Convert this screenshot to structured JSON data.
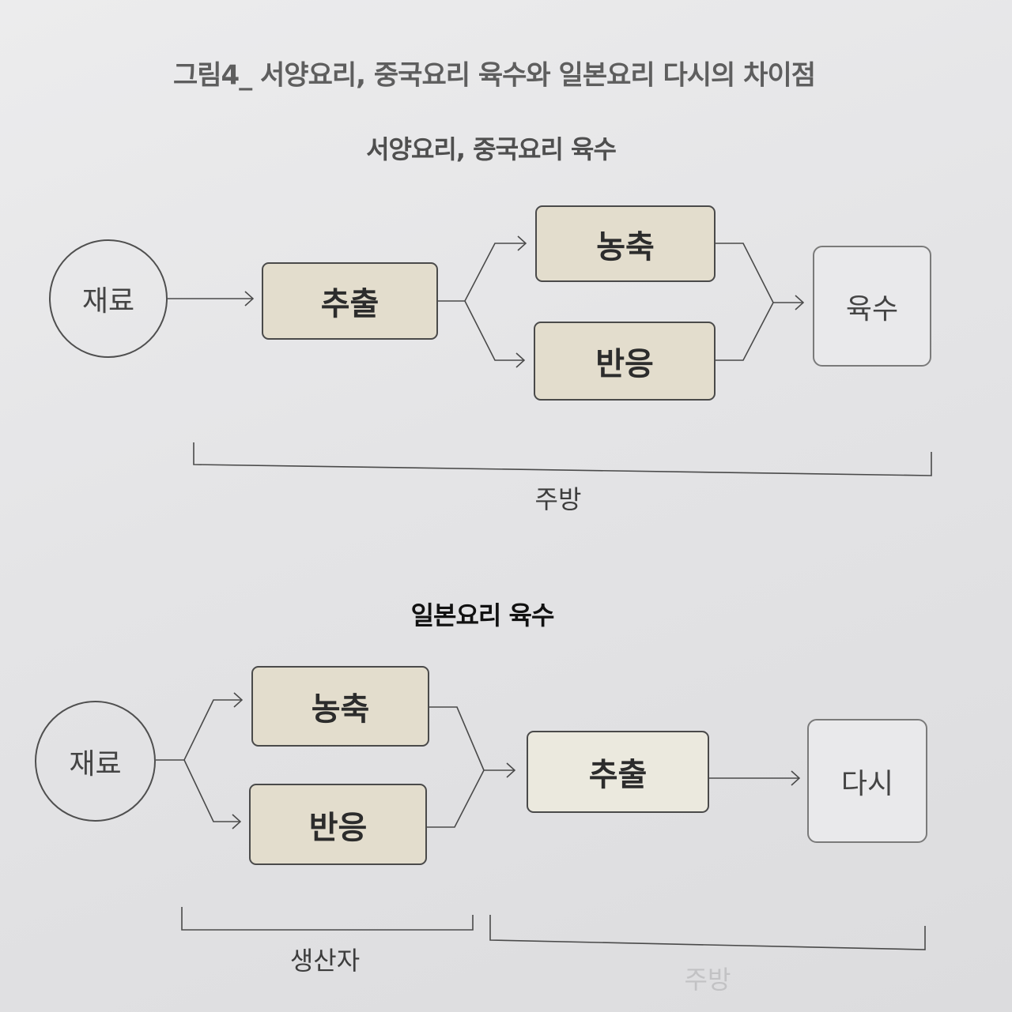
{
  "figure_title": "그림4_ 서양요리, 중국요리 육수와 일본요리 다시의 차이점",
  "top_section": {
    "title": "서양요리, 중국요리 육수",
    "input": "재료",
    "extract": "추출",
    "concentrate": "농축",
    "react": "반응",
    "output": "육수",
    "bracket": "주방"
  },
  "bottom_section": {
    "title": "일본요리 육수",
    "input": "재료",
    "concentrate": "농축",
    "react": "반응",
    "extract": "추출",
    "output": "다시",
    "bracket_left": "생산자",
    "bracket_right": "주방"
  },
  "colors": {
    "process_box": "#e3ddcd",
    "extract_box_bottom": "#ebe9de",
    "line": "#4a4a4a"
  }
}
